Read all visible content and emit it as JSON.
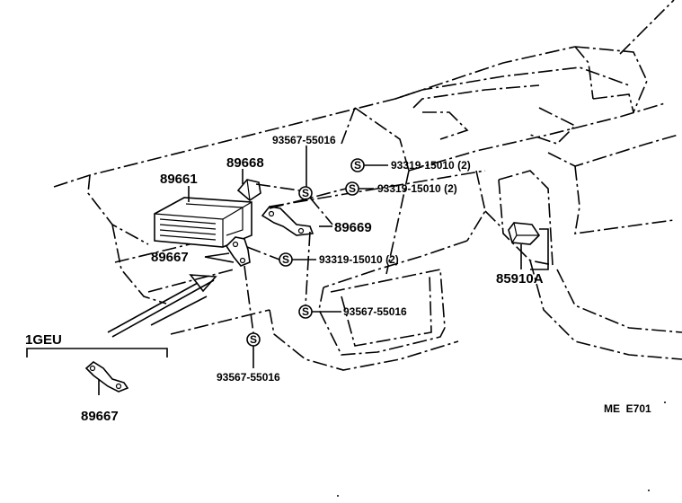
{
  "parts": {
    "ecu": "89661",
    "bracket_upper": "89668",
    "bracket_right": "89669",
    "bracket_left": "89667",
    "relay": "85910A",
    "bracket_1geu": "89667"
  },
  "fasteners": {
    "screw_top_left": "93567-55016",
    "bolt_top_right": "93319-15010 (2)",
    "bolt_mid_right": "93319-15010 (2)",
    "bolt_left": "93319-15010 (2)",
    "screw_center": "93567-55016",
    "screw_bottom": "93567-55016"
  },
  "fastener_symbol": "S",
  "variant_label": "1GEU",
  "drawing_code": "ME  E701"
}
